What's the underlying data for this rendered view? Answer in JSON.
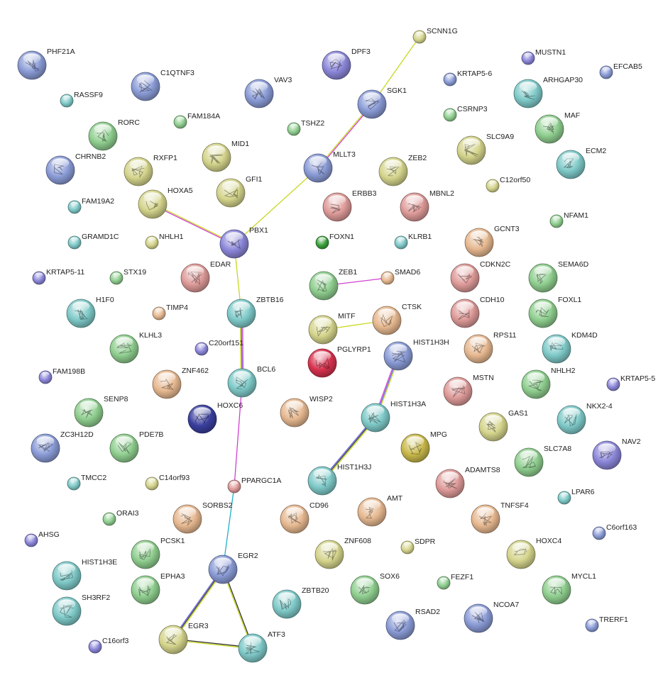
{
  "colors": {
    "blue": "#8a9bd6",
    "teal": "#7ec9c8",
    "green": "#8fce8f",
    "khaki": "#d4d48c",
    "peach": "#e6b890",
    "pink": "#dd9a98",
    "violet": "#8b86d8",
    "darkblue": "#3a3f9e",
    "darkgreen": "#3aa03a",
    "crimson": "#d8324e",
    "olive": "#c8b84a",
    "edge_yellow": "#c8d820",
    "edge_magenta": "#d040d0",
    "edge_black": "#333333",
    "edge_cyan": "#20b0c8",
    "edge_blue": "#6060e0"
  },
  "nodes": [
    {
      "name": "PHF21A",
      "color": "blue",
      "size": "big"
    },
    {
      "name": "RASSF9",
      "color": "teal",
      "size": "small"
    },
    {
      "name": "C1QTNF3",
      "color": "blue",
      "size": "big"
    },
    {
      "name": "FAM184A",
      "color": "green",
      "size": "small"
    },
    {
      "name": "VAV3",
      "color": "blue",
      "size": "big"
    },
    {
      "name": "TSHZ2",
      "color": "green",
      "size": "small"
    },
    {
      "name": "DPF3",
      "color": "violet",
      "size": "big"
    },
    {
      "name": "SCNN1G",
      "color": "khaki",
      "size": "small"
    },
    {
      "name": "SGK1",
      "color": "blue",
      "size": "big"
    },
    {
      "name": "KRTAP5-6",
      "color": "blue",
      "size": "small"
    },
    {
      "name": "MUSTN1",
      "color": "violet",
      "size": "small"
    },
    {
      "name": "EFCAB5",
      "color": "blue",
      "size": "small"
    },
    {
      "name": "ARHGAP30",
      "color": "teal",
      "size": "big"
    },
    {
      "name": "CSRNP3",
      "color": "green",
      "size": "small"
    },
    {
      "name": "RORC",
      "color": "green",
      "size": "big"
    },
    {
      "name": "CHRNB2",
      "color": "blue",
      "size": "big"
    },
    {
      "name": "MID1",
      "color": "khaki",
      "size": "big"
    },
    {
      "name": "RXFP1",
      "color": "khaki",
      "size": "big"
    },
    {
      "name": "GFI1",
      "color": "khaki",
      "size": "big"
    },
    {
      "name": "MLLT3",
      "color": "blue",
      "size": "big"
    },
    {
      "name": "ZEB2",
      "color": "khaki",
      "size": "big"
    },
    {
      "name": "SLC9A9",
      "color": "khaki",
      "size": "big"
    },
    {
      "name": "MAF",
      "color": "green",
      "size": "big"
    },
    {
      "name": "ECM2",
      "color": "teal",
      "size": "big"
    },
    {
      "name": "C12orf50",
      "color": "khaki",
      "size": "small"
    },
    {
      "name": "FAM19A2",
      "color": "teal",
      "size": "small"
    },
    {
      "name": "HOXA5",
      "color": "khaki",
      "size": "big"
    },
    {
      "name": "ERBB3",
      "color": "pink",
      "size": "big"
    },
    {
      "name": "MBNL2",
      "color": "pink",
      "size": "big"
    },
    {
      "name": "NFAM1",
      "color": "green",
      "size": "small"
    },
    {
      "name": "GRAMD1C",
      "color": "teal",
      "size": "small"
    },
    {
      "name": "NHLH1",
      "color": "khaki",
      "size": "small"
    },
    {
      "name": "PBX1",
      "color": "violet",
      "size": "big"
    },
    {
      "name": "FOXN1",
      "color": "darkgreen",
      "size": "small"
    },
    {
      "name": "KLRB1",
      "color": "teal",
      "size": "small"
    },
    {
      "name": "GCNT3",
      "color": "peach",
      "size": "big"
    },
    {
      "name": "KRTAP5-11",
      "color": "violet",
      "size": "small"
    },
    {
      "name": "STX19",
      "color": "green",
      "size": "small"
    },
    {
      "name": "EDAR",
      "color": "pink",
      "size": "big"
    },
    {
      "name": "ZEB1",
      "color": "green",
      "size": "big"
    },
    {
      "name": "SMAD6",
      "color": "peach",
      "size": "small"
    },
    {
      "name": "CDKN2C",
      "color": "pink",
      "size": "big"
    },
    {
      "name": "SEMA6D",
      "color": "green",
      "size": "big"
    },
    {
      "name": "H1F0",
      "color": "teal",
      "size": "big"
    },
    {
      "name": "TIMP4",
      "color": "peach",
      "size": "small"
    },
    {
      "name": "ZBTB16",
      "color": "teal",
      "size": "big"
    },
    {
      "name": "MITF",
      "color": "khaki",
      "size": "big"
    },
    {
      "name": "CTSK",
      "color": "peach",
      "size": "big"
    },
    {
      "name": "CDH10",
      "color": "pink",
      "size": "big"
    },
    {
      "name": "FOXL1",
      "color": "green",
      "size": "big"
    },
    {
      "name": "KLHL3",
      "color": "green",
      "size": "big"
    },
    {
      "name": "C20orf151",
      "color": "violet",
      "size": "small"
    },
    {
      "name": "PGLYRP1",
      "color": "crimson",
      "size": "big"
    },
    {
      "name": "HIST1H3H",
      "color": "blue",
      "size": "big"
    },
    {
      "name": "RPS11",
      "color": "peach",
      "size": "big"
    },
    {
      "name": "KDM4D",
      "color": "teal",
      "size": "big"
    },
    {
      "name": "FAM198B",
      "color": "violet",
      "size": "small"
    },
    {
      "name": "ZNF462",
      "color": "peach",
      "size": "big"
    },
    {
      "name": "BCL6",
      "color": "teal",
      "size": "big"
    },
    {
      "name": "MSTN",
      "color": "pink",
      "size": "big"
    },
    {
      "name": "NHLH2",
      "color": "green",
      "size": "big"
    },
    {
      "name": "KRTAP5-5",
      "color": "violet",
      "size": "small"
    },
    {
      "name": "SENP8",
      "color": "green",
      "size": "big"
    },
    {
      "name": "HOXC6",
      "color": "darkblue",
      "size": "big"
    },
    {
      "name": "WISP2",
      "color": "peach",
      "size": "big"
    },
    {
      "name": "HIST1H3A",
      "color": "teal",
      "size": "big"
    },
    {
      "name": "GAS1",
      "color": "khaki",
      "size": "big"
    },
    {
      "name": "NKX2-4",
      "color": "teal",
      "size": "big"
    },
    {
      "name": "ZC3H12D",
      "color": "blue",
      "size": "big"
    },
    {
      "name": "PDE7B",
      "color": "green",
      "size": "big"
    },
    {
      "name": "MPG",
      "color": "olive",
      "size": "big"
    },
    {
      "name": "NAV2",
      "color": "violet",
      "size": "big"
    },
    {
      "name": "SLC7A8",
      "color": "green",
      "size": "big"
    },
    {
      "name": "TMCC2",
      "color": "teal",
      "size": "small"
    },
    {
      "name": "C14orf93",
      "color": "khaki",
      "size": "small"
    },
    {
      "name": "PPARGC1A",
      "color": "pink",
      "size": "small"
    },
    {
      "name": "HIST1H3J",
      "color": "teal",
      "size": "big"
    },
    {
      "name": "ADAMTS8",
      "color": "pink",
      "size": "big"
    },
    {
      "name": "LPAR6",
      "color": "teal",
      "size": "small"
    },
    {
      "name": "ORAI3",
      "color": "green",
      "size": "small"
    },
    {
      "name": "SORBS2",
      "color": "peach",
      "size": "big"
    },
    {
      "name": "CD96",
      "color": "peach",
      "size": "big"
    },
    {
      "name": "AMT",
      "color": "peach",
      "size": "big"
    },
    {
      "name": "TNFSF4",
      "color": "peach",
      "size": "big"
    },
    {
      "name": "C6orf163",
      "color": "blue",
      "size": "small"
    },
    {
      "name": "AHSG",
      "color": "violet",
      "size": "small"
    },
    {
      "name": "PCSK1",
      "color": "green",
      "size": "big"
    },
    {
      "name": "ZNF608",
      "color": "khaki",
      "size": "big"
    },
    {
      "name": "SDPR",
      "color": "khaki",
      "size": "small"
    },
    {
      "name": "HOXC4",
      "color": "khaki",
      "size": "big"
    },
    {
      "name": "HIST1H3E",
      "color": "teal",
      "size": "big"
    },
    {
      "name": "EGR2",
      "color": "blue",
      "size": "big"
    },
    {
      "name": "EPHA3",
      "color": "green",
      "size": "big"
    },
    {
      "name": "SOX6",
      "color": "green",
      "size": "big"
    },
    {
      "name": "FEZF1",
      "color": "green",
      "size": "small"
    },
    {
      "name": "MYCL1",
      "color": "green",
      "size": "big"
    },
    {
      "name": "SH3RF2",
      "color": "teal",
      "size": "big"
    },
    {
      "name": "ZBTB20",
      "color": "teal",
      "size": "big"
    },
    {
      "name": "RSAD2",
      "color": "blue",
      "size": "big"
    },
    {
      "name": "NCOA7",
      "color": "blue",
      "size": "big"
    },
    {
      "name": "TRERF1",
      "color": "blue",
      "size": "small"
    },
    {
      "name": "C16orf3",
      "color": "violet",
      "size": "small"
    },
    {
      "name": "EGR3",
      "color": "khaki",
      "size": "big"
    },
    {
      "name": "ATF3",
      "color": "teal",
      "size": "big"
    }
  ],
  "edges": [
    {
      "from": "SCNN1G",
      "to": "SGK1",
      "colors": [
        "edge_yellow"
      ]
    },
    {
      "from": "SGK1",
      "to": "MLLT3",
      "colors": [
        "edge_magenta",
        "edge_yellow"
      ]
    },
    {
      "from": "MLLT3",
      "to": "PBX1",
      "colors": [
        "edge_yellow"
      ]
    },
    {
      "from": "HOXA5",
      "to": "PBX1",
      "colors": [
        "edge_yellow",
        "edge_magenta"
      ]
    },
    {
      "from": "PBX1",
      "to": "ZBTB16",
      "colors": [
        "edge_yellow"
      ]
    },
    {
      "from": "ZBTB16",
      "to": "BCL6",
      "colors": [
        "edge_magenta",
        "edge_blue",
        "edge_yellow"
      ]
    },
    {
      "from": "BCL6",
      "to": "PPARGC1A",
      "colors": [
        "edge_magenta"
      ]
    },
    {
      "from": "PPARGC1A",
      "to": "EGR2",
      "colors": [
        "edge_cyan"
      ]
    },
    {
      "from": "ZEB1",
      "to": "SMAD6",
      "colors": [
        "edge_magenta"
      ]
    },
    {
      "from": "MITF",
      "to": "CTSK",
      "colors": [
        "edge_yellow"
      ]
    },
    {
      "from": "HIST1H3H",
      "to": "HIST1H3A",
      "colors": [
        "edge_yellow",
        "edge_blue",
        "edge_magenta"
      ]
    },
    {
      "from": "HIST1H3A",
      "to": "HIST1H3J",
      "colors": [
        "edge_yellow",
        "edge_black",
        "edge_blue"
      ]
    },
    {
      "from": "EGR2",
      "to": "EGR3",
      "colors": [
        "edge_yellow",
        "edge_black",
        "edge_blue"
      ]
    },
    {
      "from": "EGR2",
      "to": "ATF3",
      "colors": [
        "edge_black",
        "edge_yellow"
      ]
    },
    {
      "from": "EGR3",
      "to": "ATF3",
      "colors": [
        "edge_black",
        "edge_yellow"
      ]
    }
  ]
}
